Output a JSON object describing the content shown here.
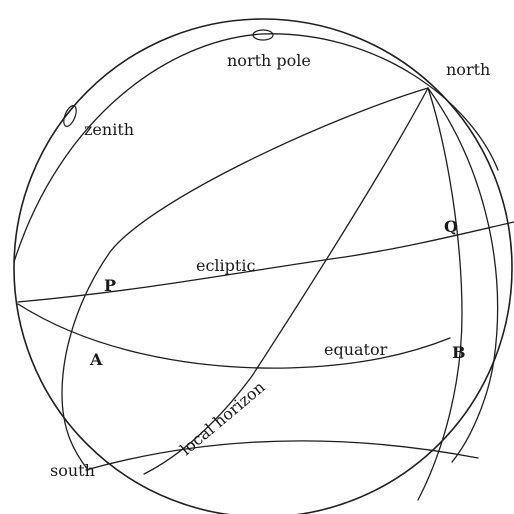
{
  "labels": {
    "north_pole": "north pole",
    "north": "north",
    "zenith": "zenith",
    "q": "Q",
    "ecliptic": "ecliptic",
    "p": "P",
    "equator": "equator",
    "a": "A",
    "b": "B",
    "local_horizon": "local horizon",
    "south": "south"
  }
}
